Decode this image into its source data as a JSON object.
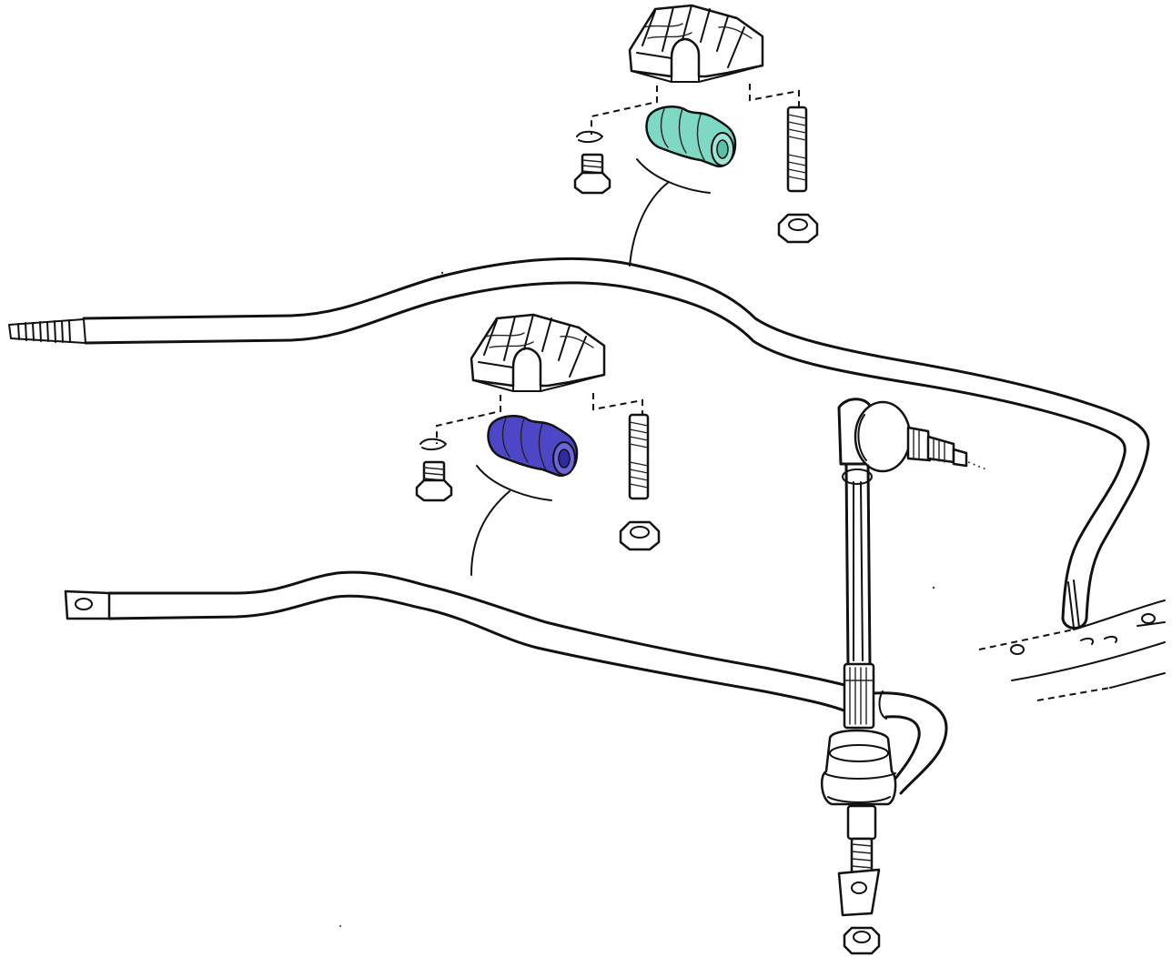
{
  "diagram": {
    "type": "exploded-parts-drawing",
    "highlight_colors": {
      "upper_bushing": "#7fd8c4",
      "lower_bushing": "#4d47c8"
    },
    "parts": [
      "stabilizer-bar-rear",
      "stabilizer-bar-front",
      "upper-clamp-bracket",
      "upper-bushing",
      "upper-stud",
      "upper-bolt",
      "upper-nut",
      "lower-clamp-bracket",
      "lower-bushing",
      "lower-stud",
      "lower-bolt",
      "lower-nut",
      "drop-link",
      "frame-plate"
    ]
  }
}
